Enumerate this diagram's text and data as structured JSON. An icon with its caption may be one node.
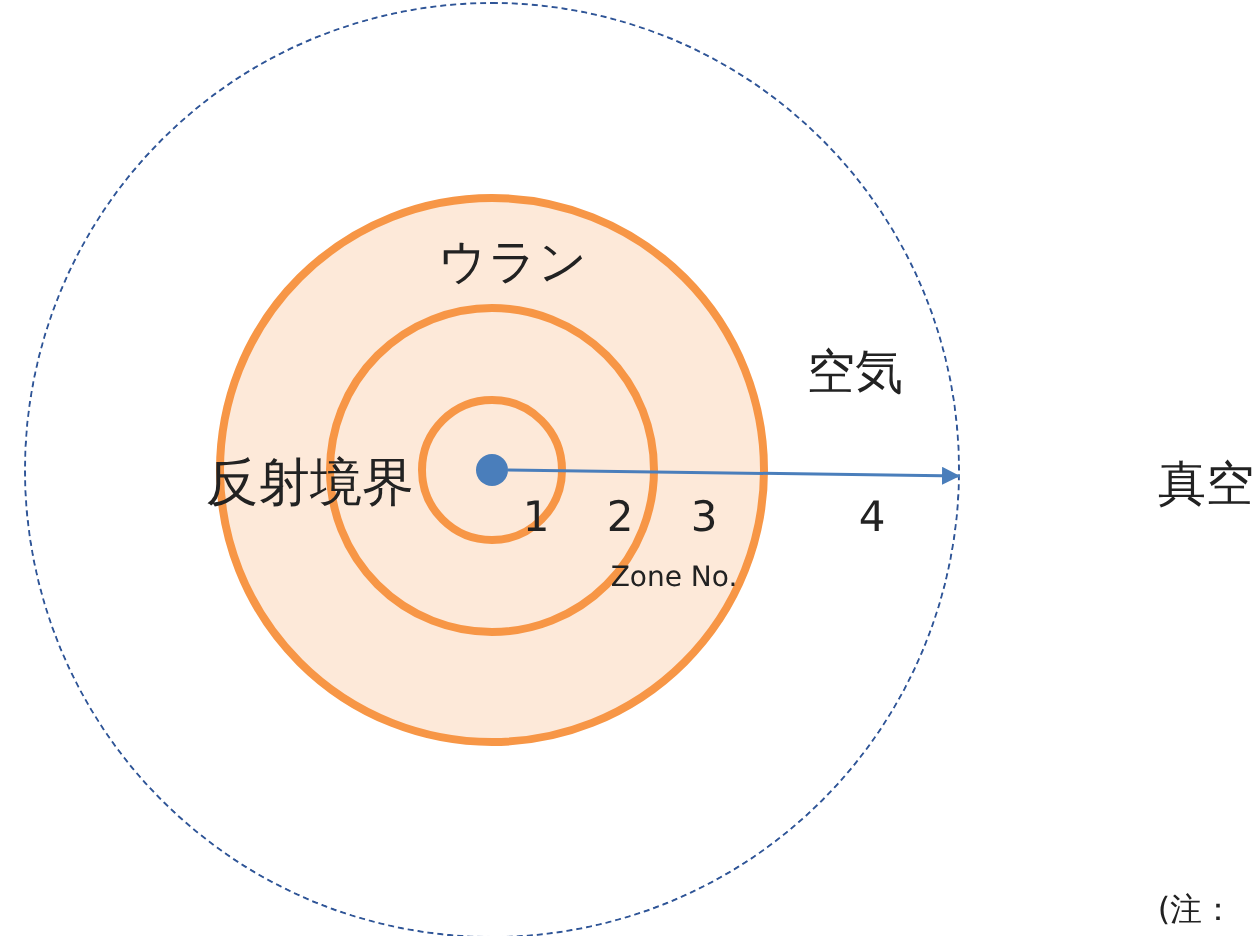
{
  "diagram": {
    "nodes": [
      {
        "text": [
          "空気"
        ]
      },
      {
        "text": [
          "ウラン"
        ],
        "in": 0
      },
      {
        "text": [],
        "shape": "circle",
        "in": 1
      },
      {
        "text": [],
        "shape": "circle",
        "in": 2
      },
      {
        "text": [],
        "shape": "circle",
        "in": 3
      }
    ],
    "edges": [
      {
        "from": 4,
        "to": 0,
        "arrow": "to"
      }
    ],
    "labels": [
      "反射境界",
      "1",
      "2",
      "3",
      "4",
      "Zone No.",
      "真空",
      "(注："
    ]
  }
}
